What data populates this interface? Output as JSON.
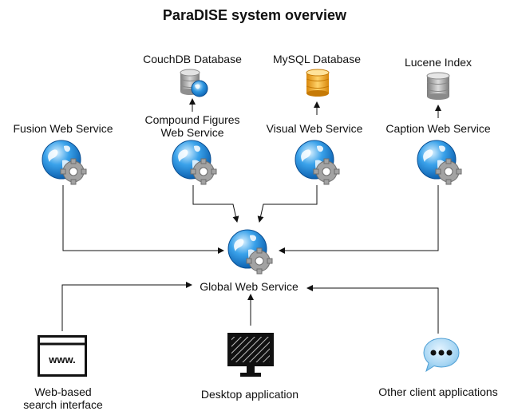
{
  "title": "ParaDISE system overview",
  "nodes": {
    "fusion": {
      "label": "Fusion Web Service",
      "icon": "globe-gear-icon"
    },
    "compound": {
      "label_line1": "Compound Figures",
      "label_line2": "Web Service",
      "icon": "globe-gear-icon"
    },
    "visual": {
      "label": "Visual Web Service",
      "icon": "globe-gear-icon"
    },
    "caption": {
      "label": "Caption Web Service",
      "icon": "globe-gear-icon"
    },
    "global": {
      "label": "Global Web Service",
      "icon": "globe-gear-icon"
    },
    "couchdb": {
      "label": "CouchDB Database",
      "icon": "database-globe-icon"
    },
    "mysql": {
      "label": "MySQL Database",
      "icon": "database-icon"
    },
    "lucene": {
      "label": "Lucene Index",
      "icon": "database-icon"
    },
    "web_ui": {
      "label_line1": "Web-based",
      "label_line2": "search interface",
      "icon": "browser-window-icon",
      "icon_text": "www."
    },
    "desktop": {
      "label": "Desktop application",
      "icon": "monitor-icon"
    },
    "other": {
      "label": "Other client applications",
      "icon": "chat-bubble-icon"
    }
  },
  "colors": {
    "globe_blue": "#1e88d8",
    "gear_gray": "#9a9a9a",
    "db_orange": "#f5a623",
    "db_gray": "#8c8c8c",
    "arrow": "#111111"
  }
}
